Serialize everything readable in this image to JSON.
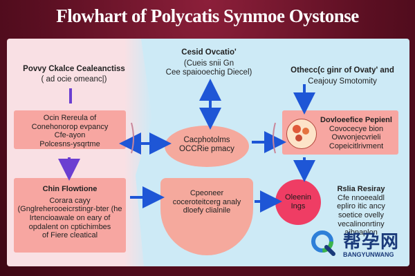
{
  "title": "Flowhart of Polycatis Synmoe Oystonse",
  "nodes": {
    "top_left": {
      "line1": "Povvy Ckalce Cealeanctiss",
      "line2": "( ad ocie omeanc|)"
    },
    "left_box": {
      "line1": "Ocin Rereula of",
      "line2": "Conehonorop evpancy",
      "line3": "Cfe-ayon",
      "line4": "Polcesns-ysqrtme"
    },
    "left_bottom_box": {
      "line1": "Chin Flowtione",
      "line2": "Corara cayy",
      "line3": "(Gnglreherooeicrstingr-bter (he",
      "line4": "Irtencioawale on eary of",
      "line5": "opdalent on cptichimbes",
      "line6": "of Fiere cleatical"
    },
    "top_center": {
      "line1": "Cesid Ovcatio'",
      "line2": "(Cueis snii Gn",
      "line3": "Cee spaiooechig Diecel)"
    },
    "center_ellipse": {
      "line1": "Cacphotolms",
      "line2": "OCCRie pmacy"
    },
    "bottom_center": {
      "line1": "Cpeoneer",
      "line2": "coceroteitcerg analy",
      "line3": "dloefy clialnile"
    },
    "top_right": {
      "line1": "Othecc(c ginr of Ovaty' and",
      "line2": "Ceajouy Smotomity"
    },
    "right_box": {
      "line1": "Dovloeefice Pepienl",
      "line2": "Covocecye bion",
      "line3": "Owvonjecvrieli",
      "line4": "Copeicitlrivment"
    },
    "right_circle": {
      "line1": "Oleenin",
      "line2": "Ings"
    },
    "right_text": {
      "line1": "Rslia Resiray",
      "line2": "Cfe nnoeealdl",
      "line3": "epliro itic ancy",
      "line4": "soetice ovelly",
      "line5": "vecalinonrtiny",
      "line6": "aibnaplon"
    }
  },
  "watermark": {
    "cn": "帮孕网",
    "en": "BANGYUNWANG"
  },
  "colors": {
    "arrow_blue": "#1e56d6",
    "arrow_purple": "#6b3fd1",
    "salmon": "#f7a6a1",
    "pink_panel": "#f9e0e4",
    "blue_panel": "#cdeaf6"
  }
}
